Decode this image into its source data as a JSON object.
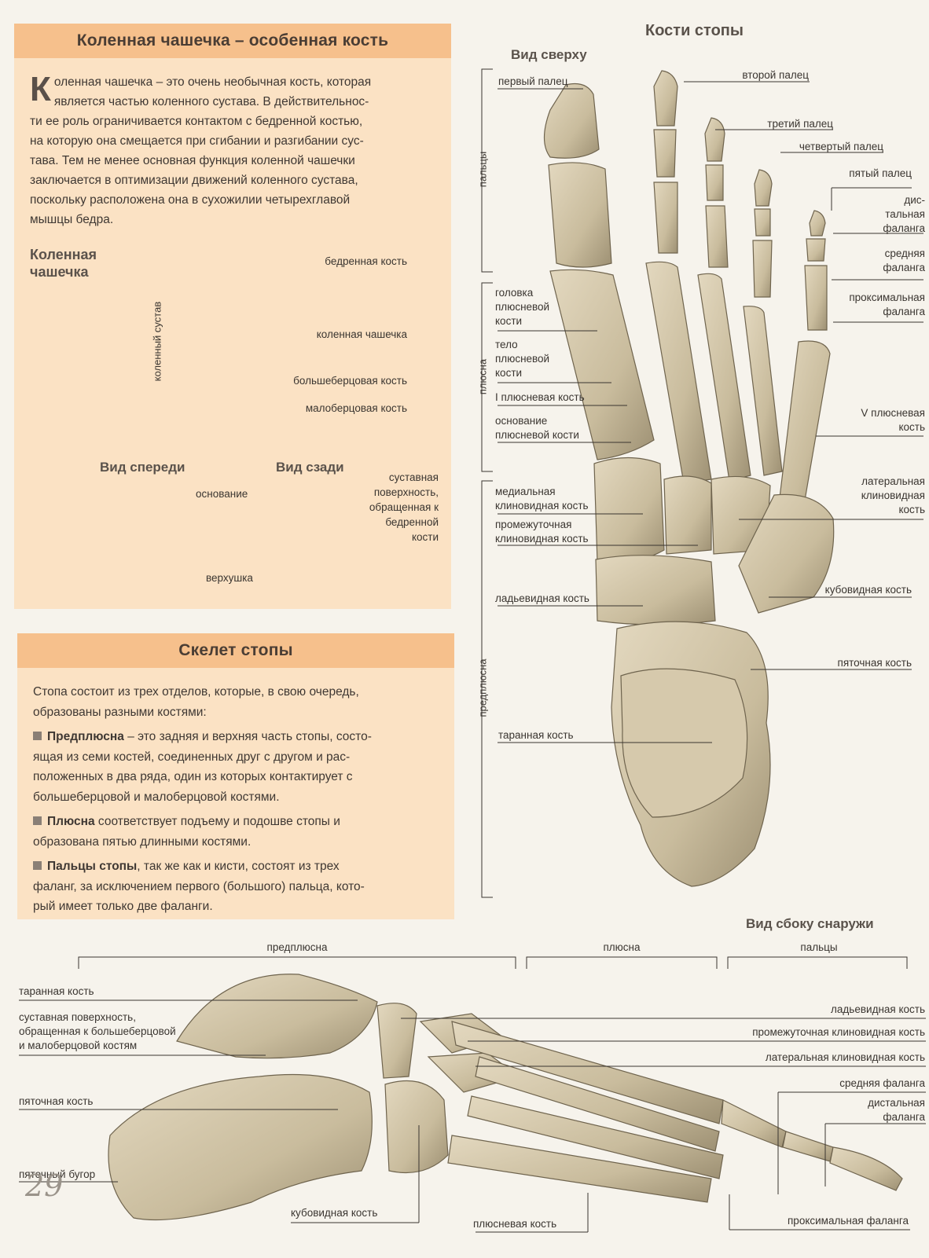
{
  "patella_panel": {
    "title": "Коленная чашечка – особенная кость",
    "dropcap": "К",
    "lines": [
      "оленная чашечка – это очень необычная кость, которая",
      "является частью коленного сустава. В действительнос-",
      "ти ее роль ограничивается контактом с бедренной костью,",
      "на которую она смещается при сгибании и разгибании сус-",
      "тава. Тем не менее основная функция коленной чашечки",
      "заключается в оптимизации движений коленного сустава,",
      "поскольку расположена она в сухожилии четырехглавой",
      "мышцы бедра."
    ],
    "subheading_1": "Коленная",
    "subheading_2": "чашечка",
    "knee_joint_label": "коленный сустав",
    "labels": {
      "femur": "бедренная кость",
      "patella": "коленная чашечка",
      "tibia": "большеберцовая кость",
      "fibula": "малоберцовая кость"
    },
    "front_view": "Вид спереди",
    "back_view": "Вид сзади",
    "base": "основание",
    "apex": "верхушка",
    "articular_surface": [
      "суставная",
      "поверхность,",
      "обращенная к",
      "бедренной",
      "кости"
    ]
  },
  "skeleton_panel": {
    "title": "Скелет стопы",
    "intro_1": "Стопа состоит из трех отделов, которые, в свою очередь,",
    "intro_2": "образованы разными костями:",
    "tarsus_term": "Предплюсна",
    "tarsus_lines": [
      " – это задняя и верхняя часть стопы, состо-",
      "ящая из семи костей, соединенных друг с другом и рас-",
      "положенных в два ряда, один из которых контактирует с",
      "большеберцовой и малоберцовой костями."
    ],
    "metatarsus_term": "Плюсна",
    "metatarsus_lines": [
      " соответствует подъему и подошве стопы и",
      "образована пятью длинными костями."
    ],
    "toes_term": "Пальцы стопы",
    "toes_lines": [
      ", так же как и кисти, состоят из трех",
      "фаланг, за исключением первого (большого) пальца, кото-",
      "рый имеет только две фаланги."
    ]
  },
  "foot_top": {
    "title": "Кости стопы",
    "view": "Вид сверху",
    "group_toes": "пальцы",
    "group_metatarsus": "плюсна",
    "group_tarsus": "предплюсна",
    "left_labels": {
      "first_toe": "первый палец",
      "head_1": "головка",
      "head_2": "плюсневой",
      "head_3": "кости",
      "body_1": "тело",
      "body_2": "плюсневой",
      "body_3": "кости",
      "first_metatarsal": "I плюсневая кость",
      "base_1": "основание",
      "base_2": "плюсневой кости",
      "medial_1": "медиальная",
      "medial_2": "клиновидная кость",
      "inter_1": "промежуточная",
      "inter_2": "клиновидная кость",
      "navicular": "ладьевидная кость",
      "talus": "таранная кость"
    },
    "right_labels": {
      "second_toe": "второй палец",
      "third_toe": "третий палец",
      "fourth_toe": "четвертый палец",
      "fifth_toe": "пятый палец",
      "distal_1": "дис-",
      "distal_2": "тальная",
      "distal_3": "фаланга",
      "middle_1": "средняя",
      "middle_2": "фаланга",
      "proximal_1": "проксимальная",
      "proximal_2": "фаланга",
      "fifth_meta_1": "V плюсневая",
      "fifth_meta_2": "кость",
      "lateral_1": "латеральная",
      "lateral_2": "клиновидная",
      "lateral_3": "кость",
      "cuboid": "кубовидная кость",
      "calcaneus": "пяточная кость"
    }
  },
  "foot_side": {
    "view": "Вид сбоку снаружи",
    "group_tarsus": "предплюсна",
    "group_metatarsus": "плюсна",
    "group_toes": "пальцы",
    "left": {
      "talus": "таранная кость",
      "art_1": "суставная поверхность,",
      "art_2": "обращенная к большеберцовой",
      "art_3": "и малоберцовой костям",
      "calcaneus": "пяточная кость",
      "tuber": "пяточный бугор"
    },
    "right": {
      "navicular": "ладьевидная кость",
      "inter": "промежуточная клиновидная кость",
      "lateral": "латеральная клиновидная кость",
      "middle": "средняя фаланга",
      "distal_1": "дистальная",
      "distal_2": "фаланга"
    },
    "bottom": {
      "cuboid": "кубовидная кость",
      "metatarsal": "плюсневая кость",
      "proximal": "проксимальная фаланга"
    }
  },
  "page_number": "29",
  "colors": {
    "panel": "#fbe2c4",
    "panel_header": "#f6c08c",
    "bone": "#cfc2a4",
    "bone_shadow": "#8f8266"
  }
}
